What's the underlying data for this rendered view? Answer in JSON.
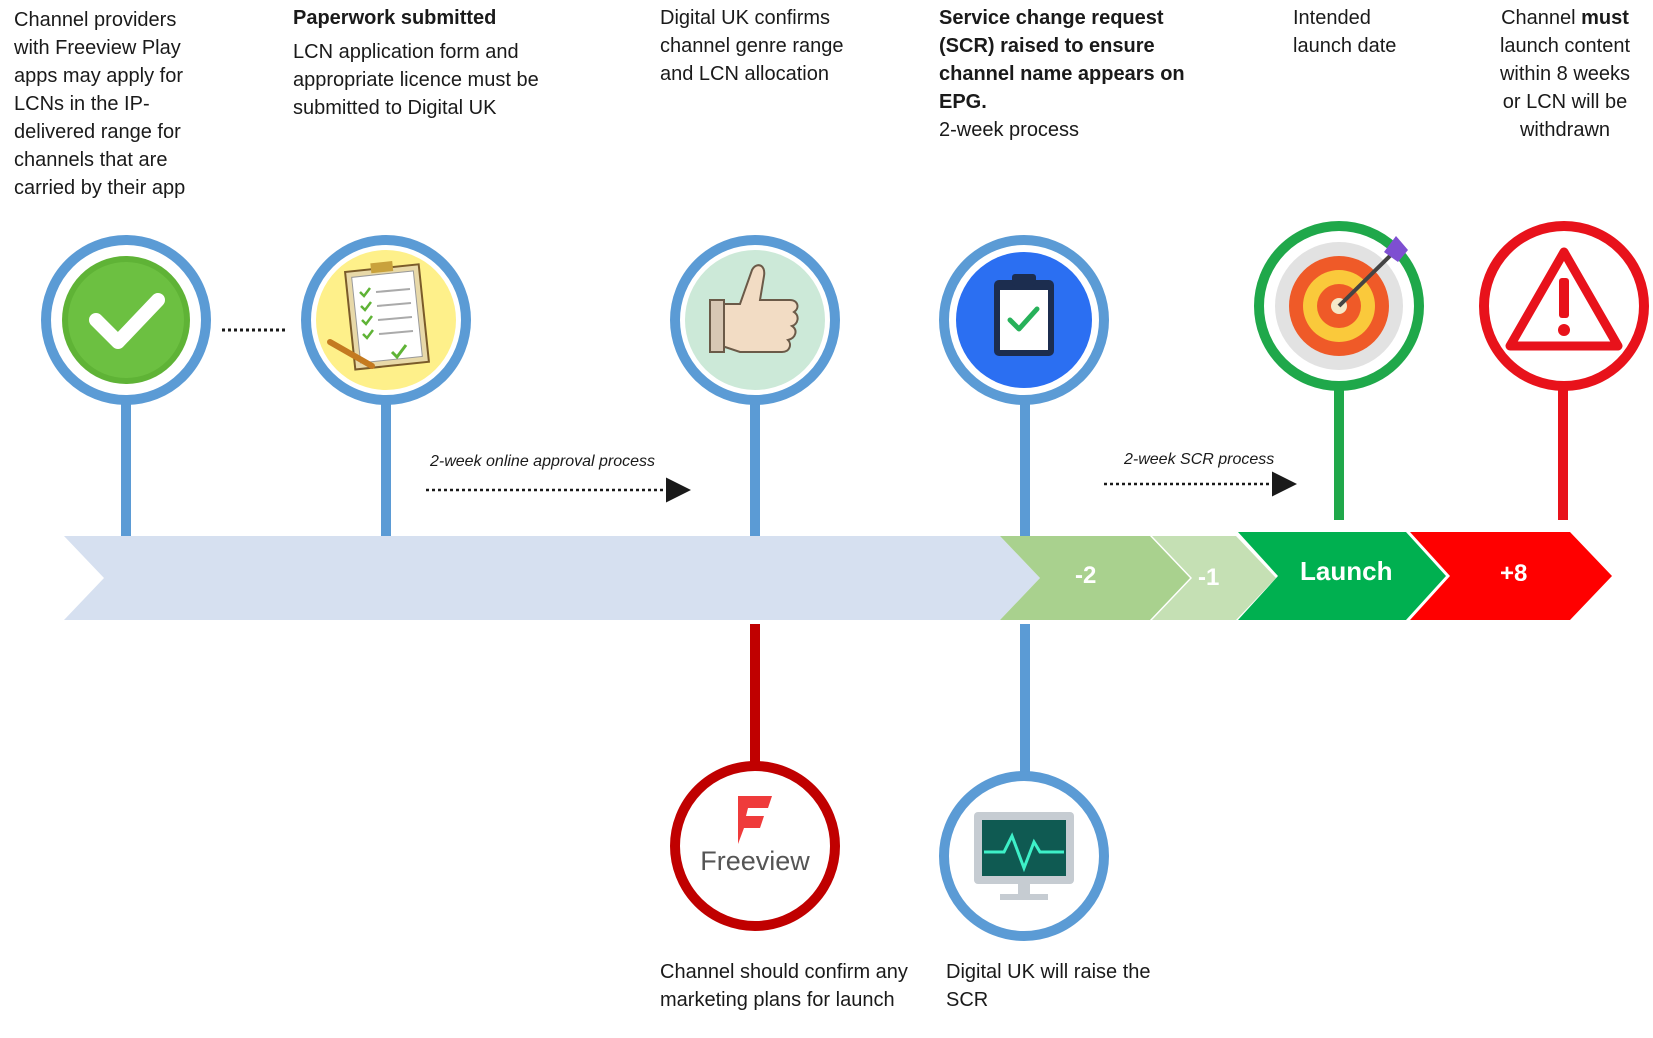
{
  "steps": {
    "s1": {
      "text": "Channel providers with Freeview Play apps may apply for LCNs in the IP-delivered range for channels that are carried by their app"
    },
    "s2": {
      "title": "Paperwork submitted",
      "text": "LCN application form and appropriate licence must be submitted to Digital UK"
    },
    "s3": {
      "text": "Digital UK confirms channel genre range and LCN allocation"
    },
    "s4": {
      "title": "Service change request (SCR) raised to ensure channel name appears on EPG.",
      "text": "2-week process"
    },
    "s5": {
      "title": "Intended launch date"
    },
    "s6": {
      "pre": "Channel",
      "bold": "must",
      "post": "launch content within 8 weeks or LCN will be withdrawn"
    },
    "b1": {
      "text": "Channel should confirm any marketing plans for launch"
    },
    "b2": {
      "text": "Digital UK will raise the SCR"
    }
  },
  "process_labels": {
    "online": "2-week online approval process",
    "scr": "2-week SCR process"
  },
  "timeline": {
    "minus2": "-2",
    "minus1": "-1",
    "launch": "Launch",
    "plus8": "+8"
  },
  "logo": {
    "freeview": "Freeview"
  },
  "icons": [
    "check-icon",
    "clipboard-registration-icon",
    "thumbs-up-icon",
    "clipboard-check-icon",
    "target-icon",
    "warning-icon",
    "freeview-logo",
    "monitor-pulse-icon"
  ],
  "colors": {
    "blue_ring": "#5b9bd5",
    "green_ring": "#1fa84a",
    "red_ring": "#e8121b",
    "dark_red_ring": "#c00000",
    "main_arrow": "#d6e0f0",
    "step_minus2": "#a9d18e",
    "step_minus1": "#c5e0b4",
    "step_launch": "#00b050",
    "step_plus8": "#ff0000"
  }
}
